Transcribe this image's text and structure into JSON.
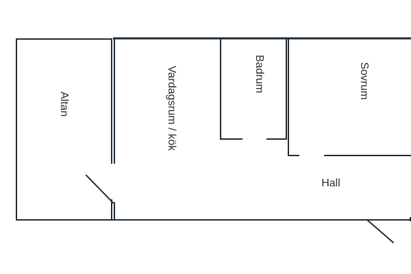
{
  "floor_plan": {
    "rooms": {
      "altan": "Altan",
      "vardagsrum": "Vardagsrum / kök",
      "badrum": "Badrum",
      "sovrum": "Sovrum",
      "hall": "Hall"
    },
    "colors": {
      "wall": "#1f2b35",
      "background": "#ffffff"
    }
  }
}
